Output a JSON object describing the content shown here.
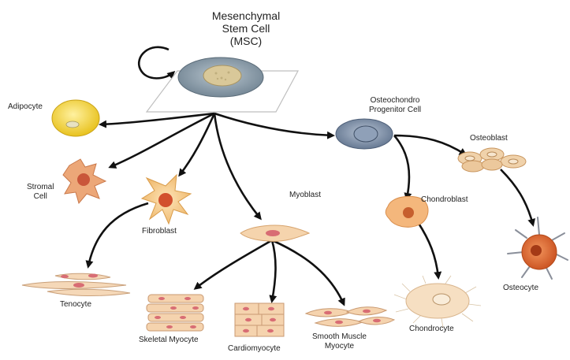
{
  "diagram": {
    "msc": {
      "line1": "Mesenchymal",
      "line2": "Stem Cell",
      "line3": "(MSC)"
    },
    "labels": {
      "adipocyte": "Adipocyte",
      "stromal": "Stromal\nCell",
      "fibroblast": "Fibroblast",
      "myoblast": "Myoblast",
      "osteochondro": "Osteochondro\nProgenitor Cell",
      "osteoblast": "Osteoblast",
      "chondroblast": "Chondroblast",
      "tenocyte": "Tenocyte",
      "skeletal": "Skeletal Myocyte",
      "cardio": "Cardiomyocyte",
      "smooth": "Smooth Muscle\nMyocyte",
      "chondrocyte": "Chondrocyte",
      "osteocyte": "Osteocyte"
    },
    "colors": {
      "arrow": "#111111",
      "msc_body": "#8a9aa7",
      "msc_nucleus": "#d8c79a",
      "adipocyte": "#f2d13a",
      "stromal": "#e9a173",
      "fibroblast": "#f4c98e",
      "muscle": "#f3cda6",
      "muscle_nucleus": "#d86d74",
      "progenitor": "#7c8ea6",
      "osteoblast": "#efd0a9",
      "chondroblast": "#f2b37a",
      "chondrocyte": "#f5dcbc",
      "osteocyte": "#e0703c",
      "nucleus_dark": "#c45a2a"
    }
  }
}
